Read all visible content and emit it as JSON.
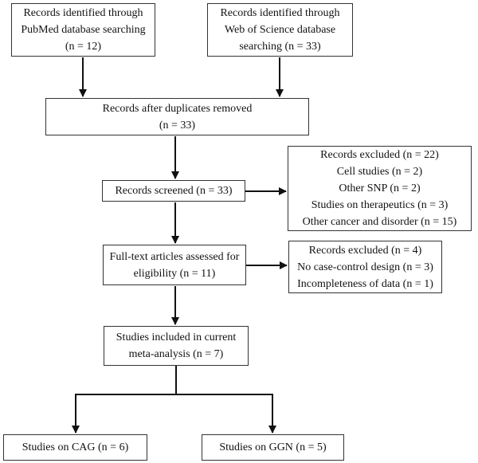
{
  "flowchart": {
    "nodes": {
      "pubmed": {
        "lines": [
          "Records identified through",
          "PubMed database searching",
          "(n = 12)"
        ]
      },
      "web_of_science": {
        "lines": [
          "Records identified through",
          "Web of Science database",
          "searching (n = 33)"
        ]
      },
      "duplicates_removed": {
        "lines": [
          "Records after duplicates removed",
          "(n = 33)"
        ]
      },
      "screened": {
        "lines": [
          "Records screened (n = 33)"
        ]
      },
      "excluded_screening": {
        "lines": [
          "Records excluded (n = 22)",
          "Cell studies (n = 2)",
          "Other SNP (n = 2)",
          "Studies on therapeutics (n = 3)",
          "Other cancer and disorder (n = 15)"
        ]
      },
      "full_text": {
        "lines": [
          "Full-text articles assessed for",
          "eligibility (n = 11)"
        ]
      },
      "excluded_full_text": {
        "lines": [
          "Records excluded (n = 4)",
          "No case-control design (n = 3)",
          "Incompleteness of data (n = 1)"
        ]
      },
      "included": {
        "lines": [
          "Studies included in current",
          "meta-analysis (n = 7)"
        ]
      },
      "cag": {
        "lines": [
          "Studies on CAG (n = 6)"
        ]
      },
      "ggn": {
        "lines": [
          "Studies on GGN (n = 5)"
        ]
      }
    },
    "colors": {
      "box_border": "#333333",
      "arrow": "#111111",
      "text": "#121212",
      "background": "#ffffff"
    }
  }
}
